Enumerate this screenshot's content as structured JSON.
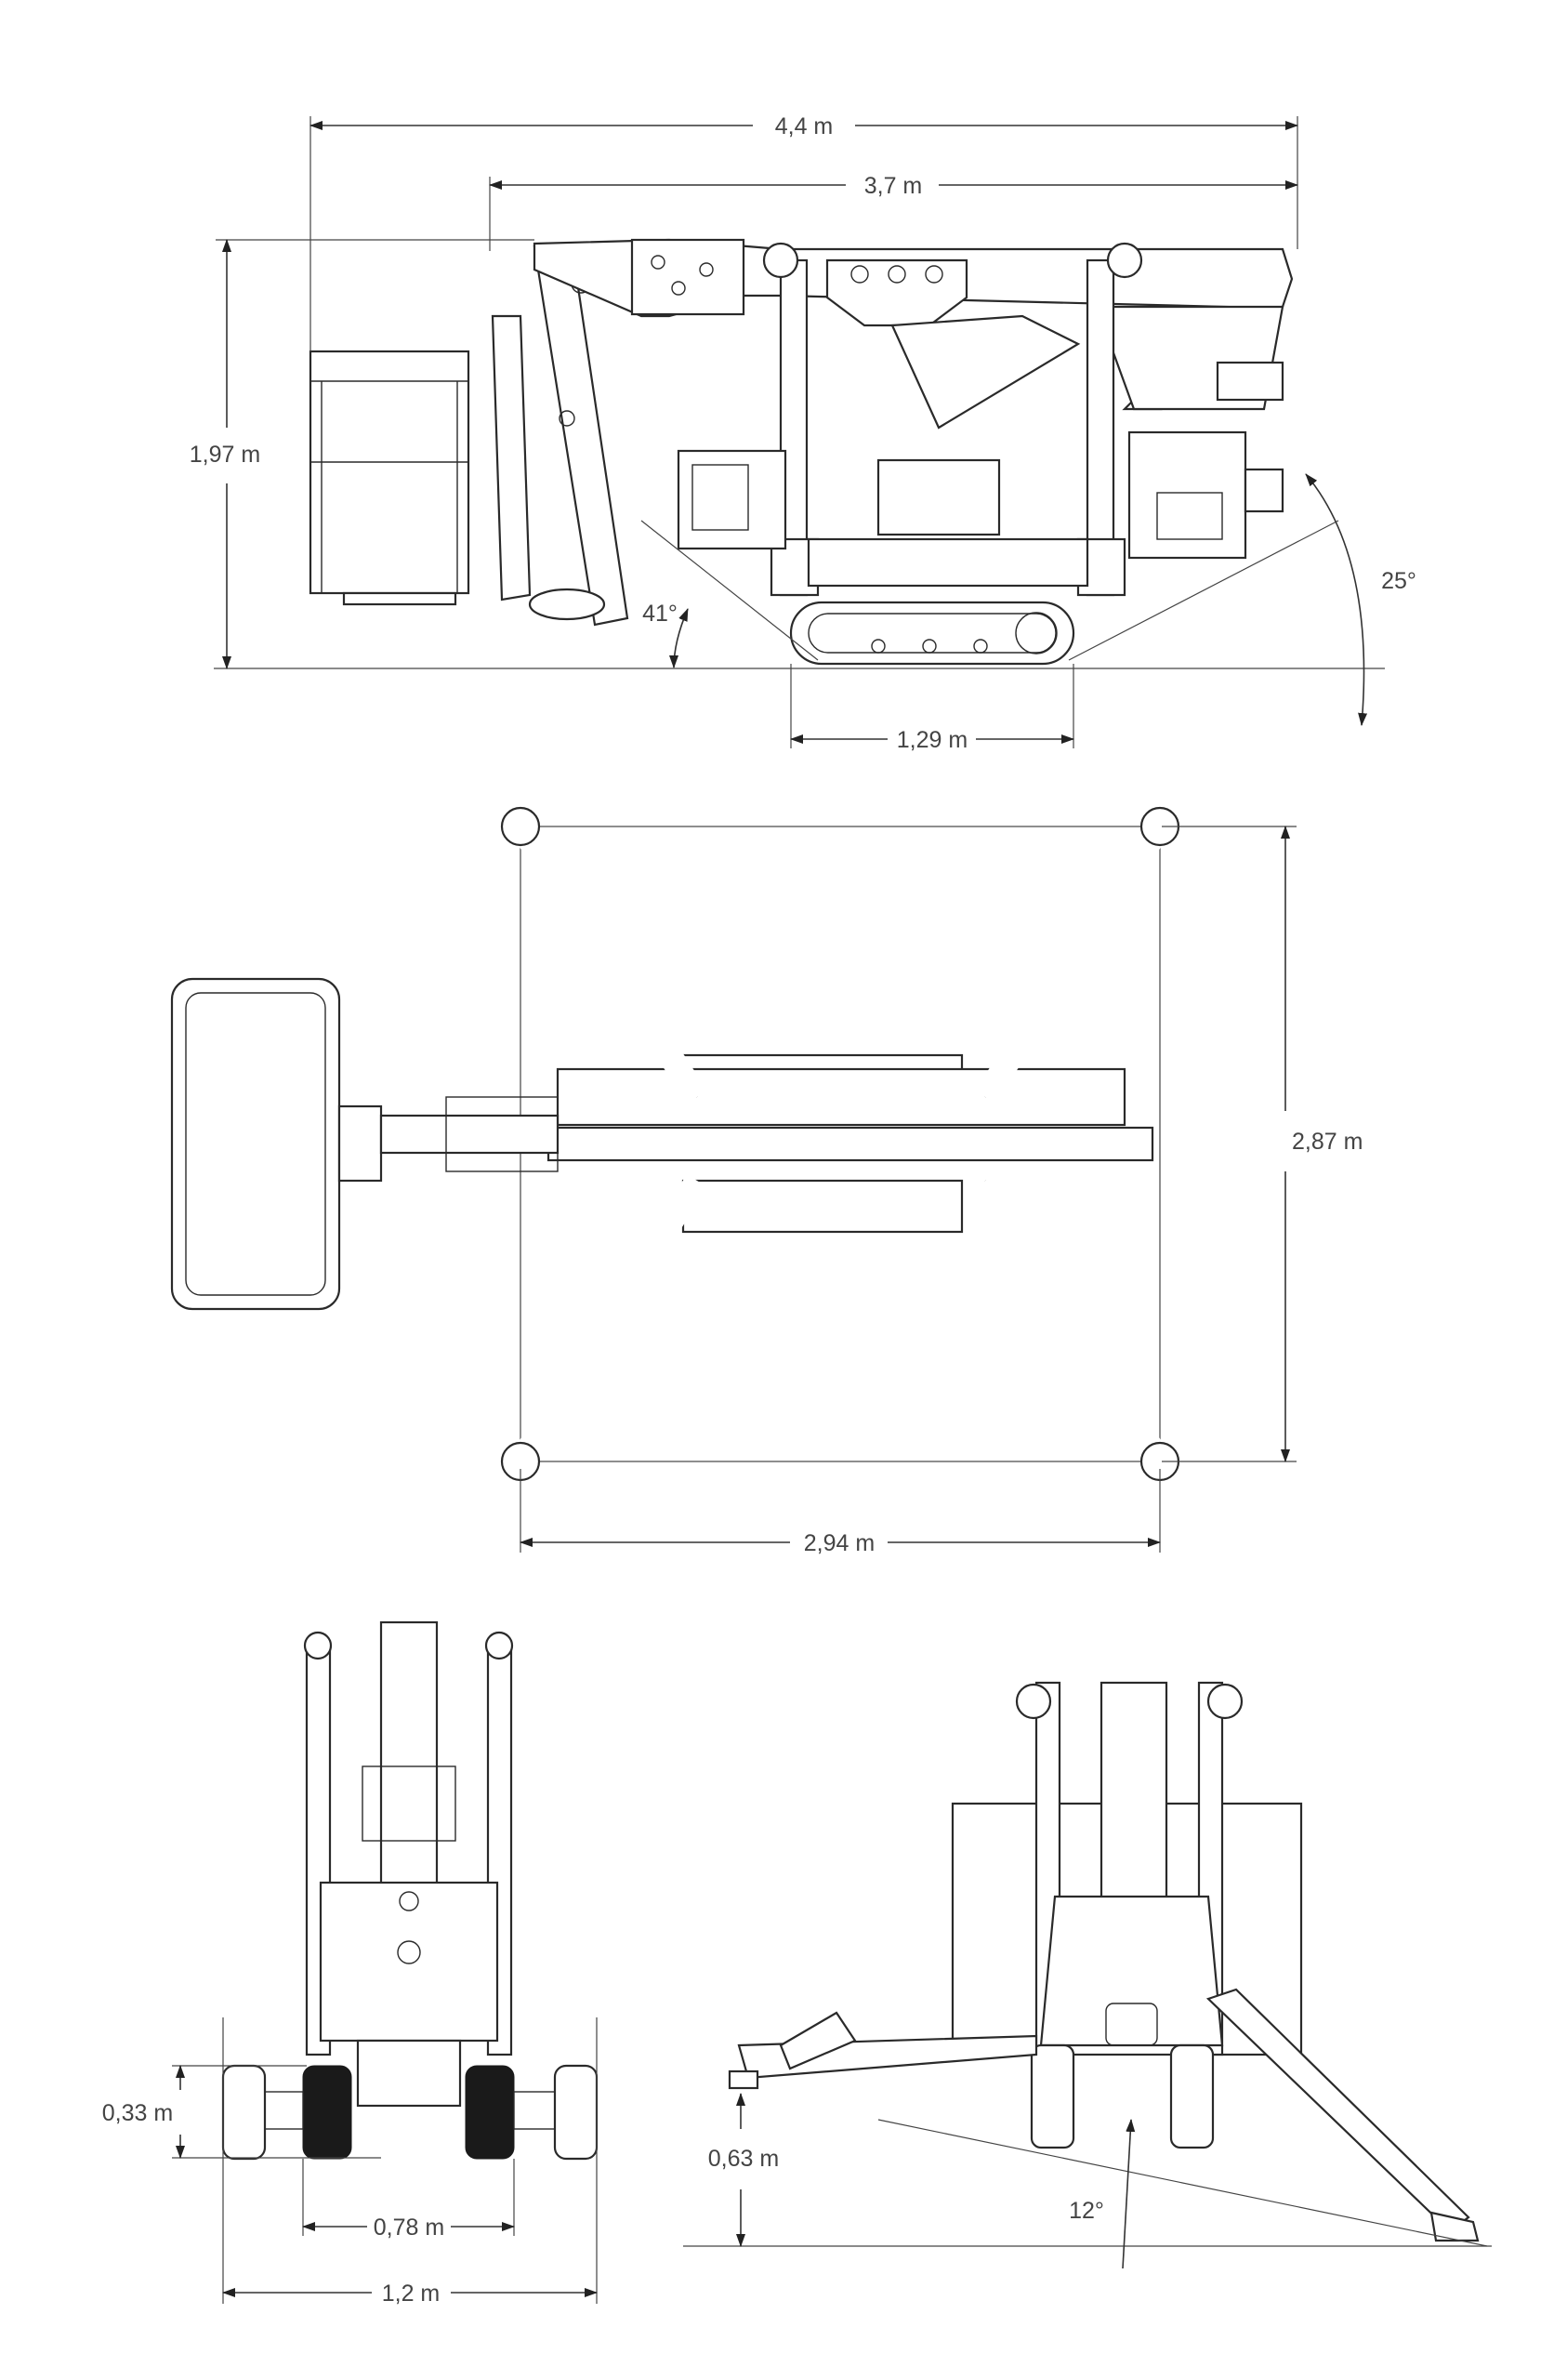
{
  "side_view": {
    "overall_length": "4,4 m",
    "boom_length": "3,7 m",
    "height": "1,97 m",
    "front_angle": "41°",
    "rear_angle": "25°",
    "track_length": "1,29 m"
  },
  "plan_view": {
    "outrigger_width": "2,87 m",
    "outrigger_length": "2,94 m"
  },
  "front_view": {
    "track_height": "0,33 m",
    "track_width": "0,78 m",
    "overall_width": "1,2 m"
  },
  "rear_view": {
    "outrigger_clearance": "0,63 m",
    "slope_angle": "12°"
  }
}
